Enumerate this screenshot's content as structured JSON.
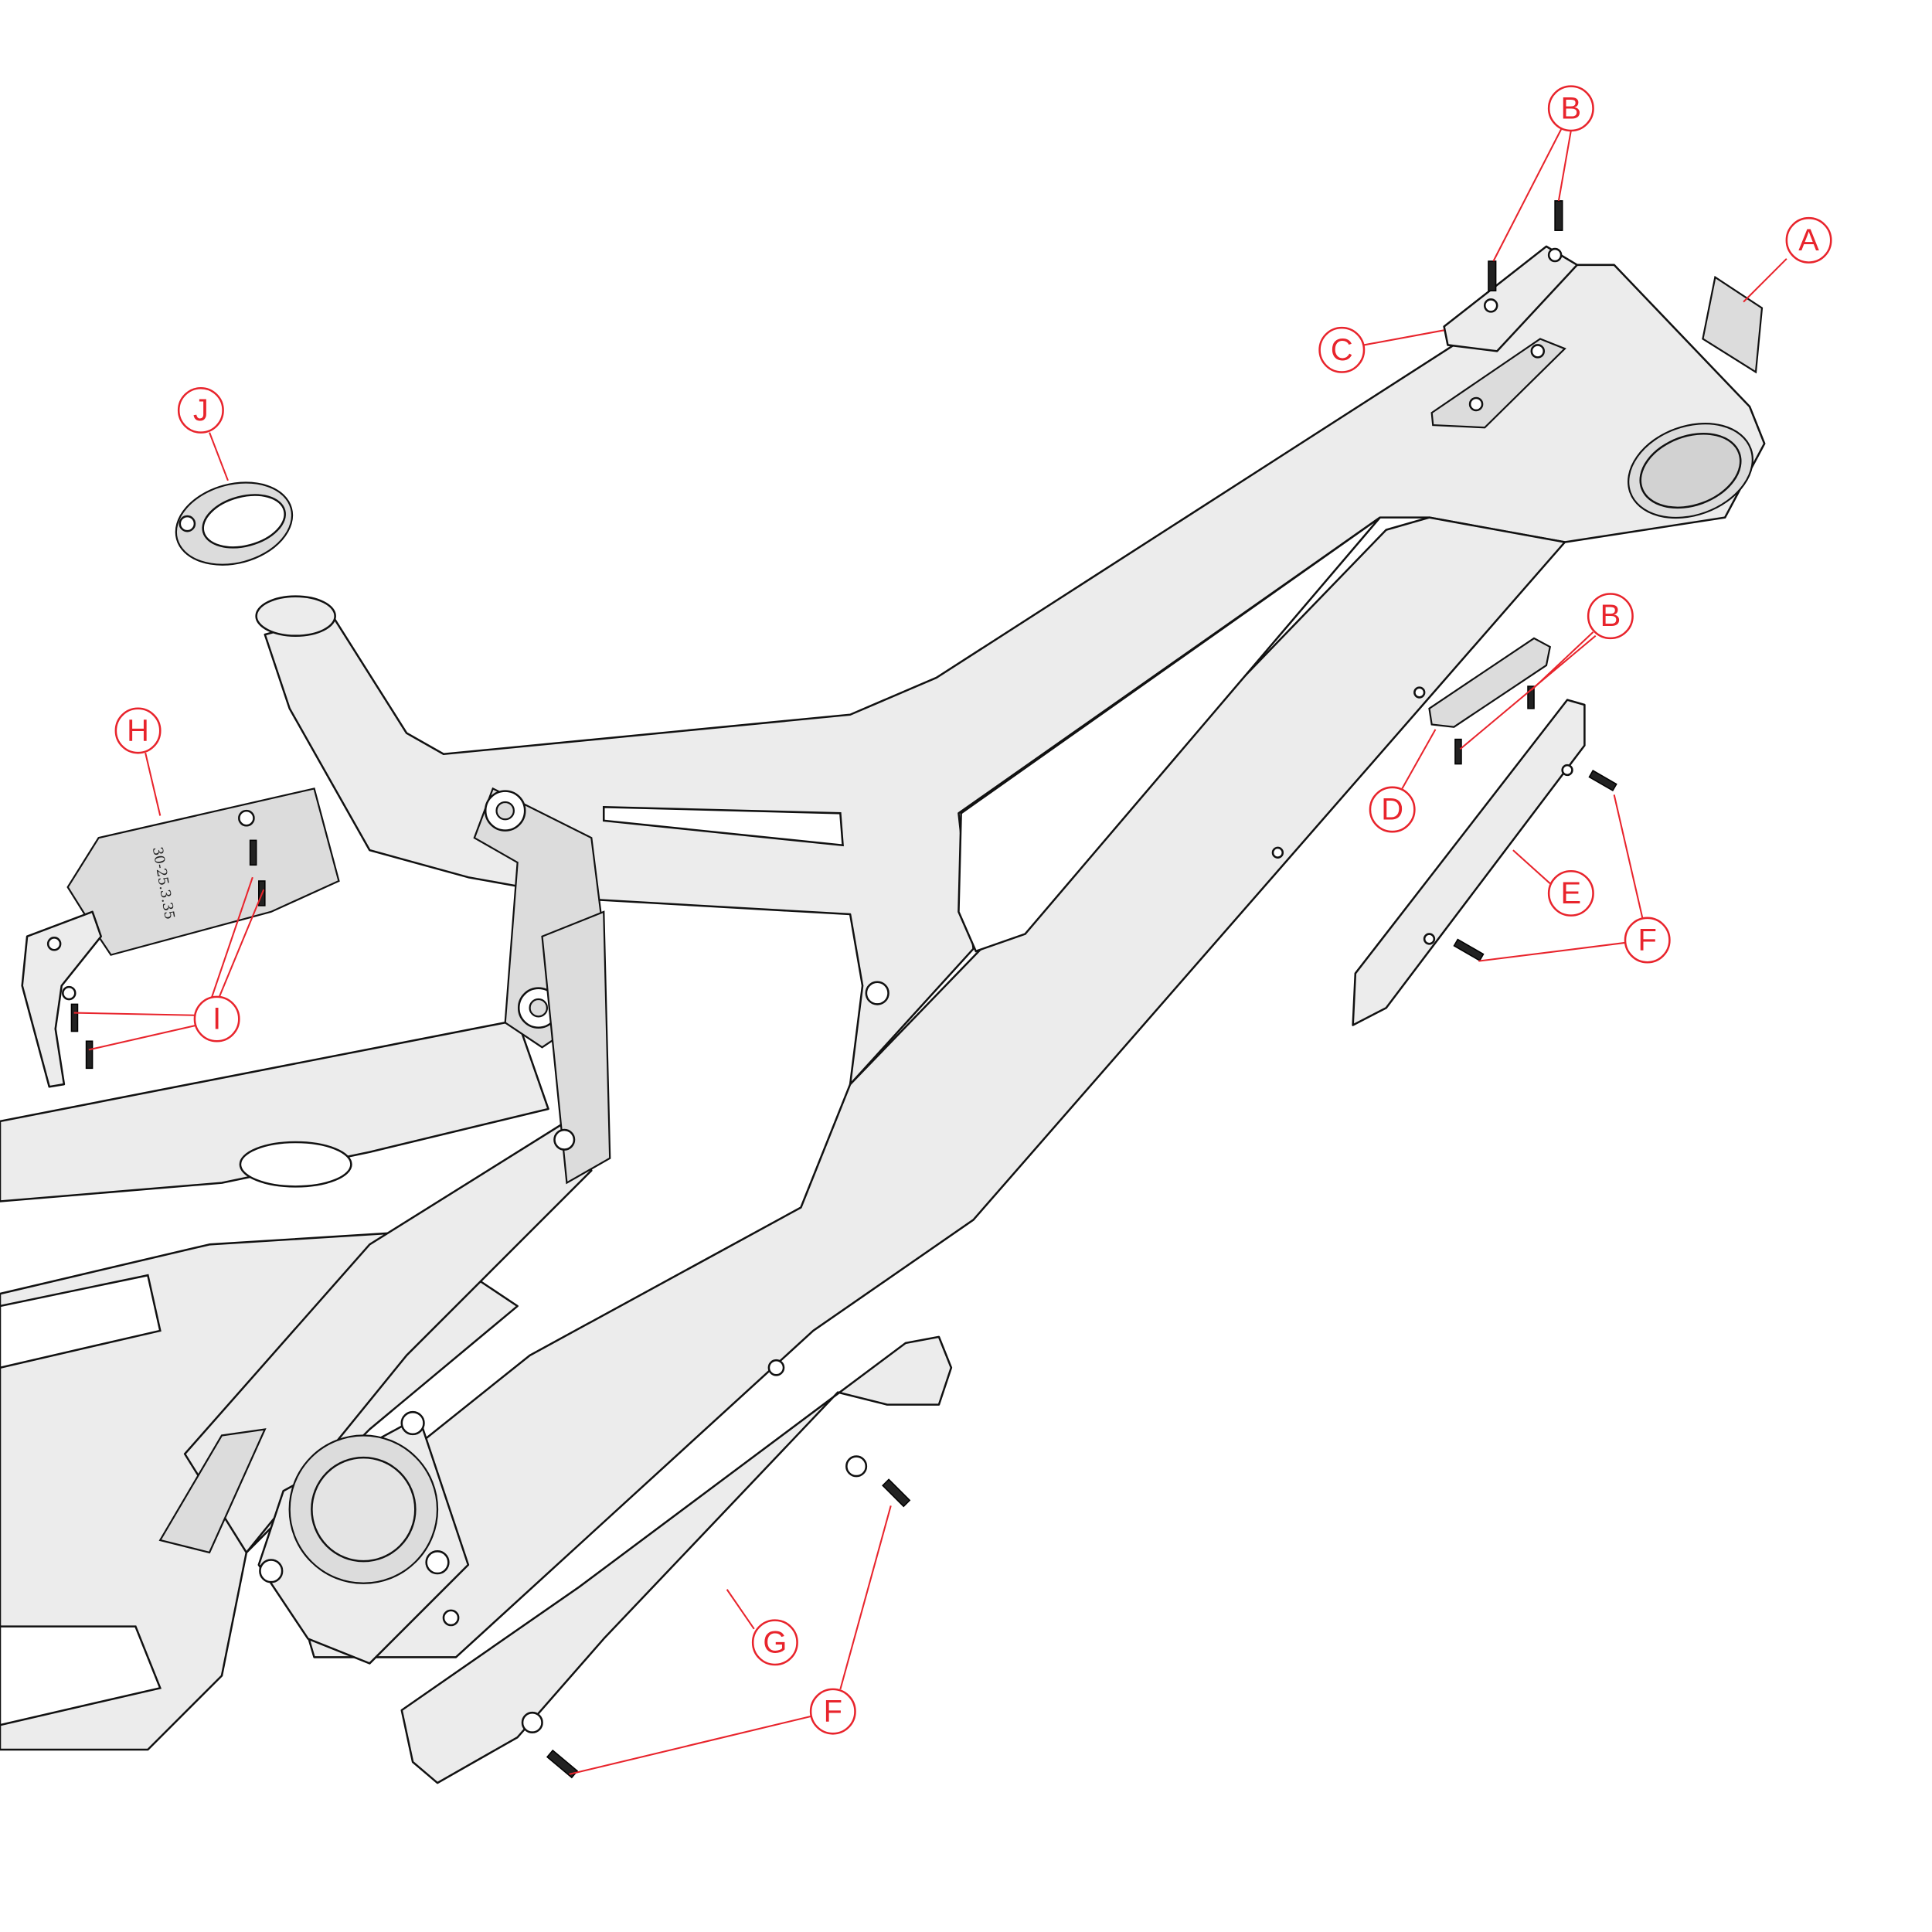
{
  "diagram": {
    "colors": {
      "callout": "#e8242c",
      "part_fill": "#ececec",
      "outline": "#111111"
    },
    "part_stamp": "30-25.3.35",
    "callouts": [
      {
        "id": "callout-a",
        "label": "A"
      },
      {
        "id": "callout-b-top",
        "label": "B"
      },
      {
        "id": "callout-c",
        "label": "C"
      },
      {
        "id": "callout-j",
        "label": "J"
      },
      {
        "id": "callout-b-mid",
        "label": "B"
      },
      {
        "id": "callout-h",
        "label": "H"
      },
      {
        "id": "callout-d",
        "label": "D"
      },
      {
        "id": "callout-e",
        "label": "E"
      },
      {
        "id": "callout-f-right",
        "label": "F"
      },
      {
        "id": "callout-i",
        "label": "I"
      },
      {
        "id": "callout-g",
        "label": "G"
      },
      {
        "id": "callout-f-bottom",
        "label": "F"
      }
    ]
  }
}
